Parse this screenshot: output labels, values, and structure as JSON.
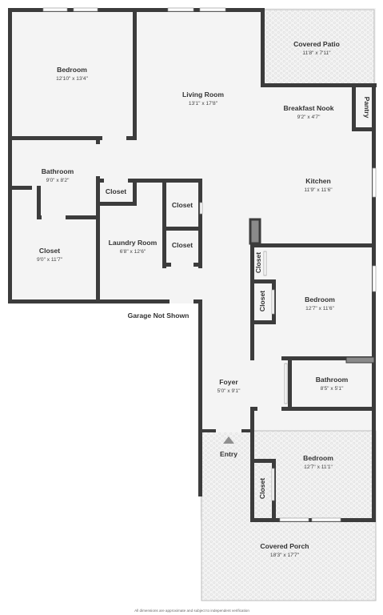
{
  "rooms": {
    "bedroom_1": {
      "name": "Bedroom",
      "dim": "12'10\" x 13'4\""
    },
    "living_room": {
      "name": "Living Room",
      "dim": "13'1\" x 17'8\""
    },
    "covered_patio": {
      "name": "Covered Patio",
      "dim": "11'8\" x 7'11\""
    },
    "breakfast_nook": {
      "name": "Breakfast Nook",
      "dim": "9'2\" x 4'7\""
    },
    "pantry": {
      "name": "Pantry"
    },
    "bathroom_1": {
      "name": "Bathroom",
      "dim": "9'0\" x 8'2\""
    },
    "kitchen": {
      "name": "Kitchen",
      "dim": "11'9\" x 11'6\""
    },
    "closet_hall": {
      "name": "Closet"
    },
    "closet_upper": {
      "name": "Closet"
    },
    "closet_lower": {
      "name": "Closet"
    },
    "closet_big": {
      "name": "Closet",
      "dim": "9'0\" x 11'7\""
    },
    "laundry_room": {
      "name": "Laundry Room",
      "dim": "6'8\" x 12'6\""
    },
    "closet_bed2_a": {
      "name": "Closet"
    },
    "closet_bed2_b": {
      "name": "Closet"
    },
    "bedroom_2": {
      "name": "Bedroom",
      "dim": "12'7\" x 11'6\""
    },
    "garage_note": {
      "name": "Garage Not Shown"
    },
    "foyer": {
      "name": "Foyer",
      "dim": "5'0\" x 9'1\""
    },
    "bathroom_2": {
      "name": "Bathroom",
      "dim": "8'5\" x 5'1\""
    },
    "entry": {
      "name": "Entry"
    },
    "bedroom_3": {
      "name": "Bedroom",
      "dim": "12'7\" x 11'1\""
    },
    "closet_bed3": {
      "name": "Closet"
    },
    "covered_porch": {
      "name": "Covered Porch",
      "dim": "18'3\" x 17'7\""
    }
  },
  "footer": "All dimensions are approximate and subject to independent verification"
}
